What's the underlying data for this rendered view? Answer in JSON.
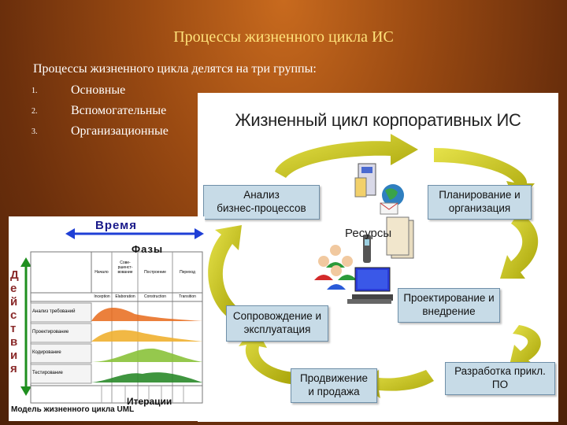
{
  "slide": {
    "title": "Процессы жизненного цикла ИС",
    "intro": "Процессы жизненного цикла делятся на три группы:",
    "groups": [
      {
        "num": "1.",
        "label": "Основные"
      },
      {
        "num": "2.",
        "label": "Вспомогательные"
      },
      {
        "num": "3.",
        "label": "Организационные"
      }
    ]
  },
  "lifecycle_diagram": {
    "title": "Жизненный цикл корпоративных ИС",
    "center_label": "Ресурсы",
    "stages": {
      "analysis": "Анализ\nбизнес-процессов",
      "planning": "Планирование и\nорганизация",
      "design": "Проектирование и\nвнедрение",
      "development": "Разработка прикл. ПО",
      "promotion": "Продвижение\nи продажа",
      "maintenance": "Сопровождение и\nэксплуатация"
    },
    "colors": {
      "box": "#c7dbe7",
      "arrow": "#c8c414"
    }
  },
  "rup_diagram": {
    "time_label": "Время",
    "phases_label": "Фазы",
    "actions_label": "Действия",
    "iterations_label": "Итерации",
    "caption": "Модель жизненного цикла UML",
    "phase_headers_ru": [
      "Начало",
      "Сове-\nршенст-\nвование",
      "Построение",
      "Переход"
    ],
    "phase_headers_en": [
      "Inception",
      "Elaboration",
      "Construction",
      "Transition"
    ],
    "workflows": [
      "Анализ требований",
      "Проектирование",
      "Кодирование",
      "Тестирование"
    ],
    "colors": {
      "time_arrow": "#1f3fd6",
      "actions_arrow": "#1f8f1f",
      "curve": "#e86a1a",
      "curve_green": "#2a8a2a"
    }
  }
}
